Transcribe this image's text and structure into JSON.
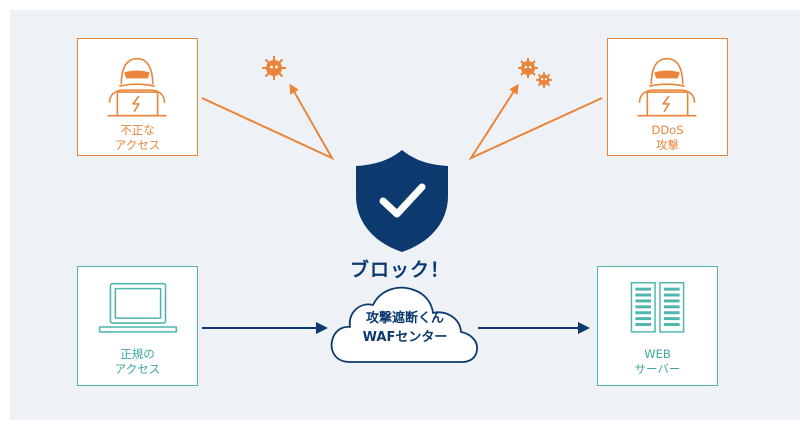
{
  "threats": {
    "left": {
      "label": "不正な\nアクセス",
      "icon": "hacker-icon"
    },
    "right": {
      "label": "DDoS\n攻撃",
      "icon": "hacker-icon"
    }
  },
  "center": {
    "block_label": "ブロック！",
    "waf_label": "攻撃遮断くん\nWAFセンター",
    "shield_icon": "shield-check-icon",
    "cloud_icon": "cloud-icon"
  },
  "legit": {
    "source": {
      "label": "正規の\nアクセス",
      "icon": "laptop-icon"
    },
    "server": {
      "label": "WEB\nサーバー",
      "icon": "server-icon"
    }
  },
  "colors": {
    "attack": "#e8853a",
    "legit": "#4fb5ad",
    "navy": "#0c3a6e",
    "background": "#eef2f7"
  }
}
